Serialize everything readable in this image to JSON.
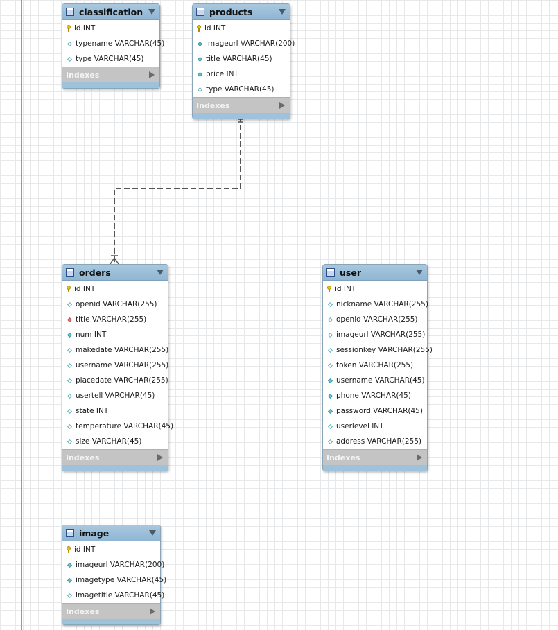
{
  "indexes_label": "Indexes",
  "tables": [
    {
      "id": "classification",
      "name": "classification",
      "columns": [
        {
          "name": "id",
          "type": "INT",
          "marker": "key"
        },
        {
          "name": "typename",
          "type": "VARCHAR(45)",
          "marker": "hollow"
        },
        {
          "name": "type",
          "type": "VARCHAR(45)",
          "marker": "hollow"
        }
      ]
    },
    {
      "id": "products",
      "name": "products",
      "columns": [
        {
          "name": "id",
          "type": "INT",
          "marker": "key"
        },
        {
          "name": "imageurl",
          "type": "VARCHAR(200)",
          "marker": "filled"
        },
        {
          "name": "title",
          "type": "VARCHAR(45)",
          "marker": "filled"
        },
        {
          "name": "price",
          "type": "INT",
          "marker": "filled"
        },
        {
          "name": "type",
          "type": "VARCHAR(45)",
          "marker": "hollow"
        }
      ]
    },
    {
      "id": "orders",
      "name": "orders",
      "columns": [
        {
          "name": "id",
          "type": "INT",
          "marker": "key"
        },
        {
          "name": "openid",
          "type": "VARCHAR(255)",
          "marker": "hollow"
        },
        {
          "name": "title",
          "type": "VARCHAR(255)",
          "marker": "fk"
        },
        {
          "name": "num",
          "type": "INT",
          "marker": "filled"
        },
        {
          "name": "makedate",
          "type": "VARCHAR(255)",
          "marker": "hollow"
        },
        {
          "name": "username",
          "type": "VARCHAR(255)",
          "marker": "hollow"
        },
        {
          "name": "placedate",
          "type": "VARCHAR(255)",
          "marker": "hollow"
        },
        {
          "name": "usertell",
          "type": "VARCHAR(45)",
          "marker": "hollow"
        },
        {
          "name": "state",
          "type": "INT",
          "marker": "hollow"
        },
        {
          "name": "temperature",
          "type": "VARCHAR(45)",
          "marker": "hollow"
        },
        {
          "name": "size",
          "type": "VARCHAR(45)",
          "marker": "hollow"
        }
      ]
    },
    {
      "id": "user",
      "name": "user",
      "columns": [
        {
          "name": "id",
          "type": "INT",
          "marker": "key"
        },
        {
          "name": "nickname",
          "type": "VARCHAR(255)",
          "marker": "hollow"
        },
        {
          "name": "openid",
          "type": "VARCHAR(255)",
          "marker": "hollow"
        },
        {
          "name": "imageurl",
          "type": "VARCHAR(255)",
          "marker": "hollow"
        },
        {
          "name": "sessionkey",
          "type": "VARCHAR(255)",
          "marker": "hollow"
        },
        {
          "name": "token",
          "type": "VARCHAR(255)",
          "marker": "hollow"
        },
        {
          "name": "username",
          "type": "VARCHAR(45)",
          "marker": "filled"
        },
        {
          "name": "phone",
          "type": "VARCHAR(45)",
          "marker": "filled"
        },
        {
          "name": "password",
          "type": "VARCHAR(45)",
          "marker": "filled"
        },
        {
          "name": "userlevel",
          "type": "INT",
          "marker": "hollow"
        },
        {
          "name": "address",
          "type": "VARCHAR(255)",
          "marker": "hollow"
        }
      ]
    },
    {
      "id": "image",
      "name": "image",
      "columns": [
        {
          "name": "id",
          "type": "INT",
          "marker": "key"
        },
        {
          "name": "imageurl",
          "type": "VARCHAR(200)",
          "marker": "filled"
        },
        {
          "name": "imagetype",
          "type": "VARCHAR(45)",
          "marker": "filled"
        },
        {
          "name": "imagetitle",
          "type": "VARCHAR(45)",
          "marker": "hollow"
        }
      ]
    }
  ],
  "relationships": [
    {
      "from": "products",
      "to": "orders",
      "style": "dashed",
      "from_end": "one",
      "to_end": "many"
    }
  ],
  "colors": {
    "header": "#9fc2dc",
    "indexes_bar": "#c4c4c4",
    "connector": "#555555",
    "key": "#e8c21a",
    "column_marker": "#6cc3cc",
    "fk_marker": "#e07a7a"
  }
}
